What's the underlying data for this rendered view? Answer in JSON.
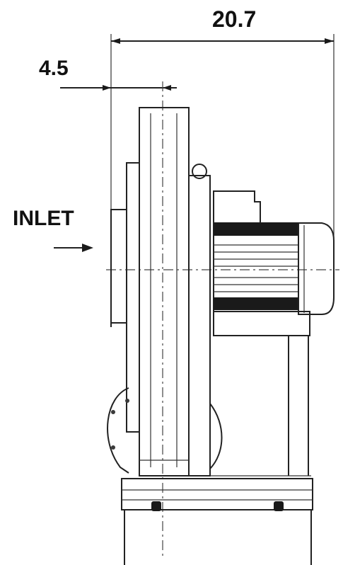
{
  "dimensions": {
    "overall_width": "20.7",
    "inlet_offset": "4.5"
  },
  "labels": {
    "inlet": "INLET"
  }
}
